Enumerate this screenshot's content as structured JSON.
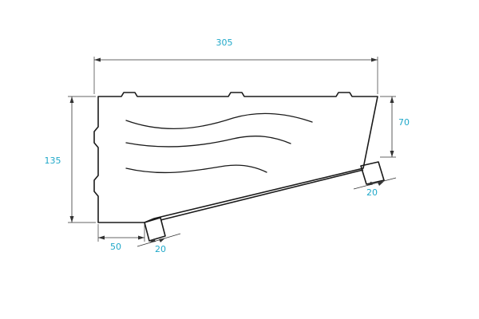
{
  "dimensions": {
    "overall_width": "305",
    "height": "135",
    "right_height": "70",
    "bottom_left": "50",
    "bottom_clip": "20",
    "right_clip": "20"
  },
  "colors": {
    "dimension_text": "#1fa8c9",
    "outline": "#1a1a1a",
    "dimension_line": "#333333"
  }
}
